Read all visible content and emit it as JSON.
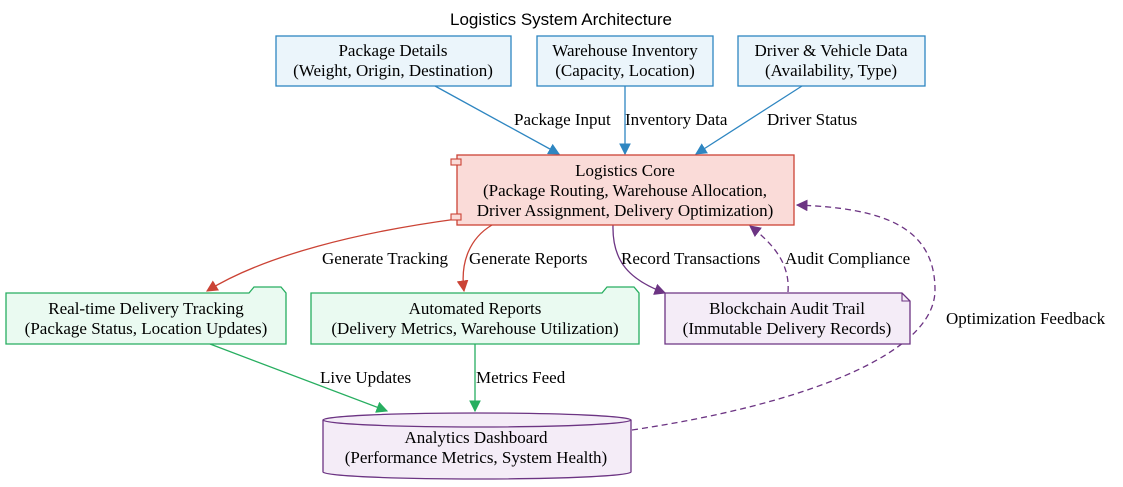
{
  "title": "Logistics System Architecture",
  "colors": {
    "input_fill": "#ebf5fb",
    "input_stroke": "#2e86c1",
    "core_fill": "#fadbd8",
    "core_stroke": "#cb4335",
    "output_fill": "#eafaf1",
    "output_stroke": "#27ae60",
    "audit_fill": "#f4ecf7",
    "audit_stroke": "#6c3483"
  },
  "nodes": {
    "package_details": {
      "line1": "Package Details",
      "line2": "(Weight, Origin, Destination)"
    },
    "warehouse_inventory": {
      "line1": "Warehouse Inventory",
      "line2": "(Capacity, Location)"
    },
    "driver_vehicle": {
      "line1": "Driver & Vehicle Data",
      "line2": "(Availability, Type)"
    },
    "logistics_core": {
      "line1": "Logistics Core",
      "line2": "(Package Routing, Warehouse Allocation,",
      "line3": "Driver Assignment, Delivery Optimization)"
    },
    "delivery_tracking": {
      "line1": "Real-time Delivery Tracking",
      "line2": "(Package Status, Location Updates)"
    },
    "automated_reports": {
      "line1": "Automated Reports",
      "line2": "(Delivery Metrics, Warehouse Utilization)"
    },
    "blockchain_audit": {
      "line1": "Blockchain Audit Trail",
      "line2": "(Immutable Delivery Records)"
    },
    "analytics_dashboard": {
      "line1": "Analytics Dashboard",
      "line2": "(Performance Metrics, System Health)"
    }
  },
  "edges": {
    "package_input": "Package Input",
    "inventory_data": "Inventory Data",
    "driver_status": "Driver Status",
    "generate_tracking": "Generate Tracking",
    "generate_reports": "Generate Reports",
    "record_transactions": "Record Transactions",
    "audit_compliance": "Audit Compliance",
    "optimization_feedback": "Optimization Feedback",
    "live_updates": "Live Updates",
    "metrics_feed": "Metrics Feed"
  }
}
